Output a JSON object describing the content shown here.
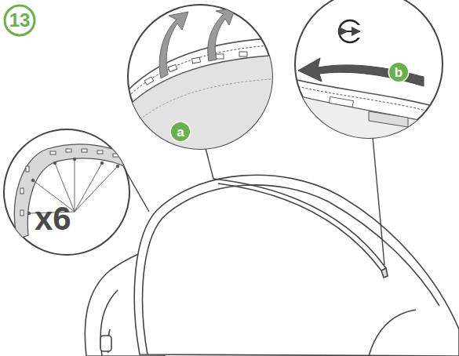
{
  "diagram": {
    "nodes": [
      {
        "text": [
          "13"
        ]
      },
      {
        "text": [
          "a"
        ]
      },
      {
        "text": [
          "b"
        ]
      }
    ],
    "labels": [
      "x6"
    ]
  }
}
